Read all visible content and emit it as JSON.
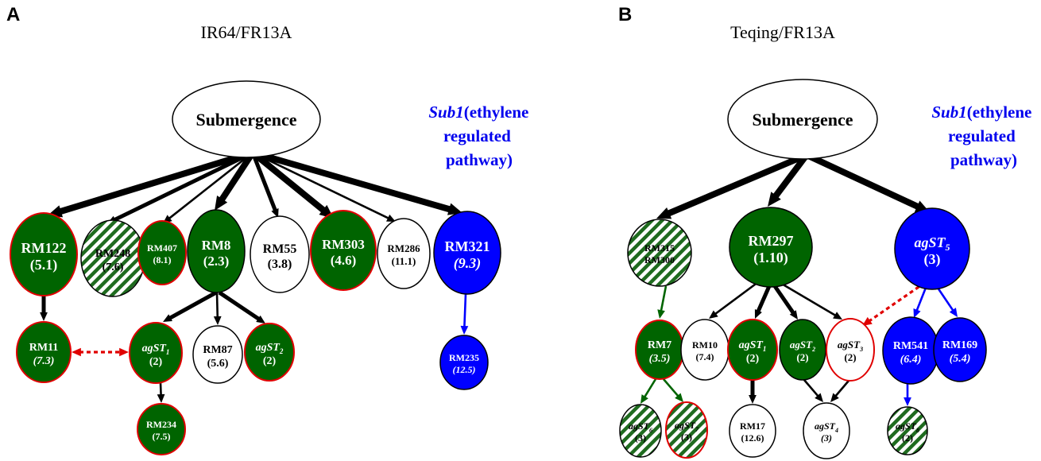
{
  "panels": [
    {
      "id": "A",
      "letter": "A",
      "title": "IR64/FR13A",
      "root": "Submergence",
      "side_note": {
        "main": "Sub1",
        "suffix": "(ethylene",
        "line2": "regulated",
        "line3": "pathway)"
      },
      "nodes": [
        {
          "id": "RM122",
          "line1": "RM122",
          "line2": "(5.1)",
          "fill": "green",
          "border": "red"
        },
        {
          "id": "RM248",
          "line1": "RM248",
          "line2": "(7.6)",
          "fill": "hatch",
          "border": "black"
        },
        {
          "id": "RM407",
          "line1": "RM407",
          "line2": "(8.1)",
          "fill": "green",
          "border": "red"
        },
        {
          "id": "RM8",
          "line1": "RM8",
          "line2": "(2.3)",
          "fill": "green",
          "border": "black"
        },
        {
          "id": "RM55",
          "line1": "RM55",
          "line2": "(3.8)",
          "fill": "white",
          "border": "black"
        },
        {
          "id": "RM303",
          "line1": "RM303",
          "line2": "(4.6)",
          "fill": "green",
          "border": "red"
        },
        {
          "id": "RM286",
          "line1": "RM286",
          "line2": "(11.1)",
          "fill": "white",
          "border": "black"
        },
        {
          "id": "RM321",
          "line1": "RM321",
          "line2": "(9.3)",
          "italic2": true,
          "fill": "blue",
          "border": "black"
        },
        {
          "id": "RM11",
          "line1": "RM11",
          "line2": "(7.3)",
          "italic2": true,
          "fill": "green",
          "border": "red"
        },
        {
          "id": "agST1",
          "line1": "agST",
          "sub": "1",
          "italic1": true,
          "line2": "(2)",
          "fill": "green",
          "border": "red"
        },
        {
          "id": "RM87",
          "line1": "RM87",
          "line2": "(5.6)",
          "fill": "white",
          "border": "black"
        },
        {
          "id": "agST2",
          "line1": "agST",
          "sub": "2",
          "italic1": true,
          "line2": "(2)",
          "fill": "green",
          "border": "red"
        },
        {
          "id": "RM235",
          "line1": "RM235",
          "line2": "(12.5)",
          "italic2": true,
          "fill": "blue",
          "border": "black"
        },
        {
          "id": "RM234",
          "line1": "RM234",
          "line2": "(7.5)",
          "fill": "green",
          "border": "red"
        }
      ],
      "edges": [
        {
          "from": "root",
          "to": "RM122",
          "weight": "heavy",
          "color": "black"
        },
        {
          "from": "root",
          "to": "RM248",
          "weight": "medium",
          "color": "black"
        },
        {
          "from": "root",
          "to": "RM407",
          "weight": "thin",
          "color": "black"
        },
        {
          "from": "root",
          "to": "RM8",
          "weight": "heavy",
          "color": "black"
        },
        {
          "from": "root",
          "to": "RM55",
          "weight": "medium",
          "color": "black"
        },
        {
          "from": "root",
          "to": "RM303",
          "weight": "heavy",
          "color": "black"
        },
        {
          "from": "root",
          "to": "RM286",
          "weight": "thin",
          "color": "black"
        },
        {
          "from": "root",
          "to": "RM321",
          "weight": "heavy",
          "color": "black"
        },
        {
          "from": "RM122",
          "to": "RM11",
          "weight": "medium",
          "color": "black"
        },
        {
          "from": "RM8",
          "to": "agST1",
          "weight": "medium",
          "color": "black"
        },
        {
          "from": "RM8",
          "to": "RM87",
          "weight": "thin",
          "color": "black"
        },
        {
          "from": "RM8",
          "to": "agST2",
          "weight": "medium",
          "color": "black"
        },
        {
          "from": "agST1",
          "to": "RM234",
          "weight": "thin",
          "color": "black"
        },
        {
          "from": "RM321",
          "to": "RM235",
          "weight": "thin",
          "color": "blue"
        },
        {
          "from": "RM11",
          "to": "agST1",
          "weight": "thin",
          "color": "red",
          "style": "dashed-both"
        }
      ]
    },
    {
      "id": "B",
      "letter": "B",
      "title": "Teqing/FR13A",
      "root": "Submergence",
      "side_note": {
        "main": "Sub1",
        "suffix": "(ethylene",
        "line2": "regulated",
        "line3": "pathway)"
      },
      "nodes": [
        {
          "id": "RM315",
          "line1": "RM315",
          "line2": "RM300",
          "fill": "hatch",
          "border": "black"
        },
        {
          "id": "RM297",
          "line1": "RM297",
          "line2": "(1.10)",
          "fill": "green",
          "border": "black"
        },
        {
          "id": "agST5",
          "line1": "agST",
          "sub": "5",
          "italic1": true,
          "line2": "(3)",
          "fill": "blue",
          "border": "black"
        },
        {
          "id": "RM7",
          "line1": "RM7",
          "line2": "(3.5)",
          "italic2": true,
          "fill": "green",
          "border": "red"
        },
        {
          "id": "RM10",
          "line1": "RM10",
          "line2": "(7.4)",
          "fill": "white",
          "border": "black"
        },
        {
          "id": "agST1",
          "line1": "agST",
          "sub": "1",
          "italic1": true,
          "line2": "(2)",
          "fill": "green",
          "border": "red"
        },
        {
          "id": "agST2",
          "line1": "agST",
          "sub": "2",
          "italic1": true,
          "line2": "(2)",
          "fill": "green",
          "border": "black"
        },
        {
          "id": "agST3",
          "line1": "agST",
          "sub": "3",
          "italic1": true,
          "line2": "(2)",
          "fill": "white",
          "border": "red"
        },
        {
          "id": "RM541",
          "line1": "RM541",
          "line2": "(6.4)",
          "italic2": true,
          "fill": "blue",
          "border": "black"
        },
        {
          "id": "RM169",
          "line1": "RM169",
          "line2": "(5.4)",
          "italic2": true,
          "fill": "blue",
          "border": "black"
        },
        {
          "id": "agST6",
          "line1": "agST",
          "sub": "6",
          "italic1": true,
          "line2": "(3)",
          "fill": "hatch",
          "border": "black"
        },
        {
          "id": "agST7",
          "line1": "agST",
          "sub": "7",
          "italic1": true,
          "line2": "(3)",
          "fill": "hatch",
          "border": "red"
        },
        {
          "id": "RM17",
          "line1": "RM17",
          "line2": "(12.6)",
          "fill": "white",
          "border": "black"
        },
        {
          "id": "agST4",
          "line1": "agST",
          "sub": "4",
          "italic1": true,
          "line2": "(3)",
          "italic2": true,
          "fill": "white",
          "border": "black"
        },
        {
          "id": "agST8",
          "line1": "agST",
          "sub": "8",
          "italic1": true,
          "line2": "(2)",
          "fill": "hatch",
          "border": "black"
        }
      ],
      "edges": [
        {
          "from": "root",
          "to": "RM315",
          "weight": "heavy",
          "color": "black"
        },
        {
          "from": "root",
          "to": "RM297",
          "weight": "heavy",
          "color": "black"
        },
        {
          "from": "root",
          "to": "agST5",
          "weight": "heavy",
          "color": "black"
        },
        {
          "from": "RM315",
          "to": "RM7",
          "weight": "thin",
          "color": "green"
        },
        {
          "from": "RM297",
          "to": "RM10",
          "weight": "thin",
          "color": "black"
        },
        {
          "from": "RM297",
          "to": "agST1",
          "weight": "medium",
          "color": "black"
        },
        {
          "from": "RM297",
          "to": "agST2",
          "weight": "medium",
          "color": "black"
        },
        {
          "from": "RM297",
          "to": "agST3",
          "weight": "thin",
          "color": "black"
        },
        {
          "from": "agST5",
          "to": "RM541",
          "weight": "thin",
          "color": "blue"
        },
        {
          "from": "agST5",
          "to": "RM169",
          "weight": "thin",
          "color": "blue"
        },
        {
          "from": "RM7",
          "to": "agST6",
          "weight": "thin",
          "color": "green"
        },
        {
          "from": "RM7",
          "to": "agST7",
          "weight": "thin",
          "color": "green"
        },
        {
          "from": "agST1",
          "to": "RM17",
          "weight": "medium",
          "color": "black"
        },
        {
          "from": "agST2",
          "to": "agST4",
          "weight": "thin",
          "color": "black"
        },
        {
          "from": "agST3",
          "to": "agST4",
          "weight": "thin",
          "color": "black"
        },
        {
          "from": "RM541",
          "to": "agST8",
          "weight": "thin",
          "color": "blue"
        },
        {
          "from": "agST5",
          "to": "agST3",
          "weight": "thin",
          "color": "red",
          "style": "dashed-both"
        }
      ]
    }
  ],
  "colors": {
    "green": "#006400",
    "blue": "#0000ff",
    "red": "#e00000",
    "hatch": "#1f6b1f",
    "sub1_text": "#0000ee"
  }
}
